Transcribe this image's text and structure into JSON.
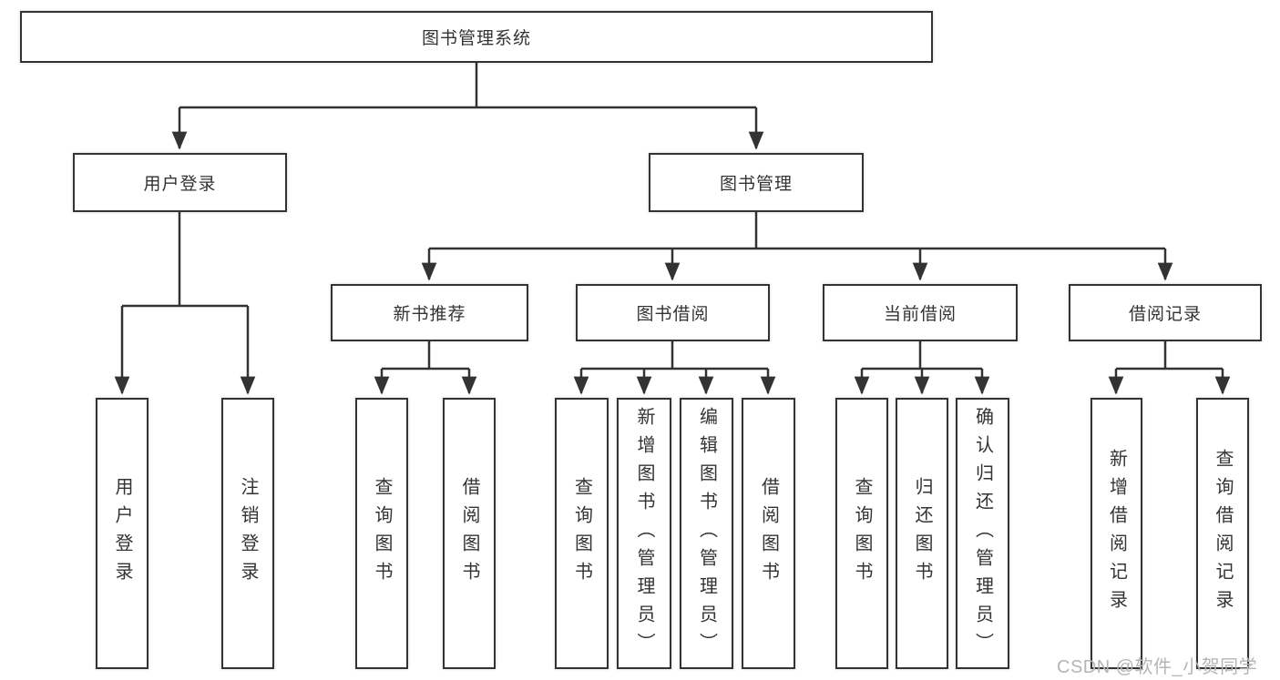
{
  "tree": {
    "root": {
      "label": "图书管理系统",
      "children": [
        {
          "label": "用户登录",
          "children": [
            {
              "label": "用户登录"
            },
            {
              "label": "注销登录"
            }
          ]
        },
        {
          "label": "图书管理",
          "children": [
            {
              "label": "新书推荐",
              "children": [
                {
                  "label": "查询图书"
                },
                {
                  "label": "借阅图书"
                }
              ]
            },
            {
              "label": "图书借阅",
              "children": [
                {
                  "label": "查询图书"
                },
                {
                  "label": "新增图书（管理员）"
                },
                {
                  "label": "编辑图书（管理员）"
                },
                {
                  "label": "借阅图书"
                }
              ]
            },
            {
              "label": "当前借阅",
              "children": [
                {
                  "label": "查询图书"
                },
                {
                  "label": "归还图书"
                },
                {
                  "label": "确认归还（管理员）"
                }
              ]
            },
            {
              "label": "借阅记录",
              "children": [
                {
                  "label": "新增借阅记录"
                },
                {
                  "label": "查询借阅记录"
                }
              ]
            }
          ]
        }
      ]
    }
  },
  "watermark": "CSDN @软件_小贺同学",
  "colors": {
    "line": "#333333",
    "box_border": "#333333",
    "box_fill": "#ffffff",
    "text": "#333333",
    "watermark": "#b5b5b5"
  }
}
